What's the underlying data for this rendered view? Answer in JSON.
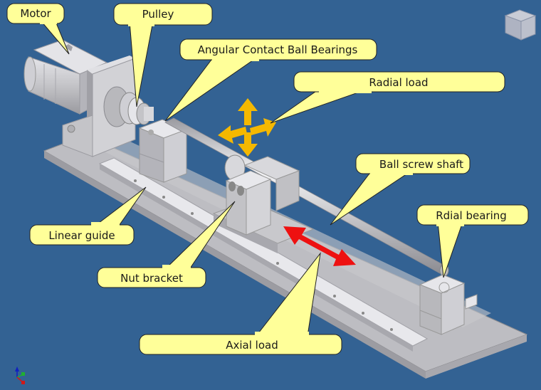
{
  "viewport": {
    "background_color": "#336293",
    "view_cube_label": "view-cube",
    "axis_triad": {
      "x": "X",
      "y": "Y",
      "z": "Z",
      "colors": {
        "x": "#d01818",
        "y": "#20b030",
        "z": "#1020c0"
      }
    }
  },
  "callouts": {
    "motor": "Motor",
    "pulley": "Pulley",
    "angular_bearings": "Angular Contact Ball Bearings",
    "radial_load": "Radial load",
    "ball_screw_shaft": "Ball screw shaft",
    "radial_bearing": "Rdial bearing",
    "linear_guide": "Linear guide",
    "nut_bracket": "Nut bracket",
    "axial_load": "Axial load"
  },
  "colors": {
    "callout_fill": "#ffff99",
    "radial_arrow": "#f5b800",
    "axial_arrow": "#ee1111",
    "part_gray": "#c8c8cc"
  },
  "load_arrows": {
    "radial": {
      "label_ref": "Radial load",
      "directions": [
        "up",
        "down",
        "left",
        "right"
      ]
    },
    "axial": {
      "label_ref": "Axial load",
      "directions": [
        "forward",
        "backward"
      ]
    }
  }
}
